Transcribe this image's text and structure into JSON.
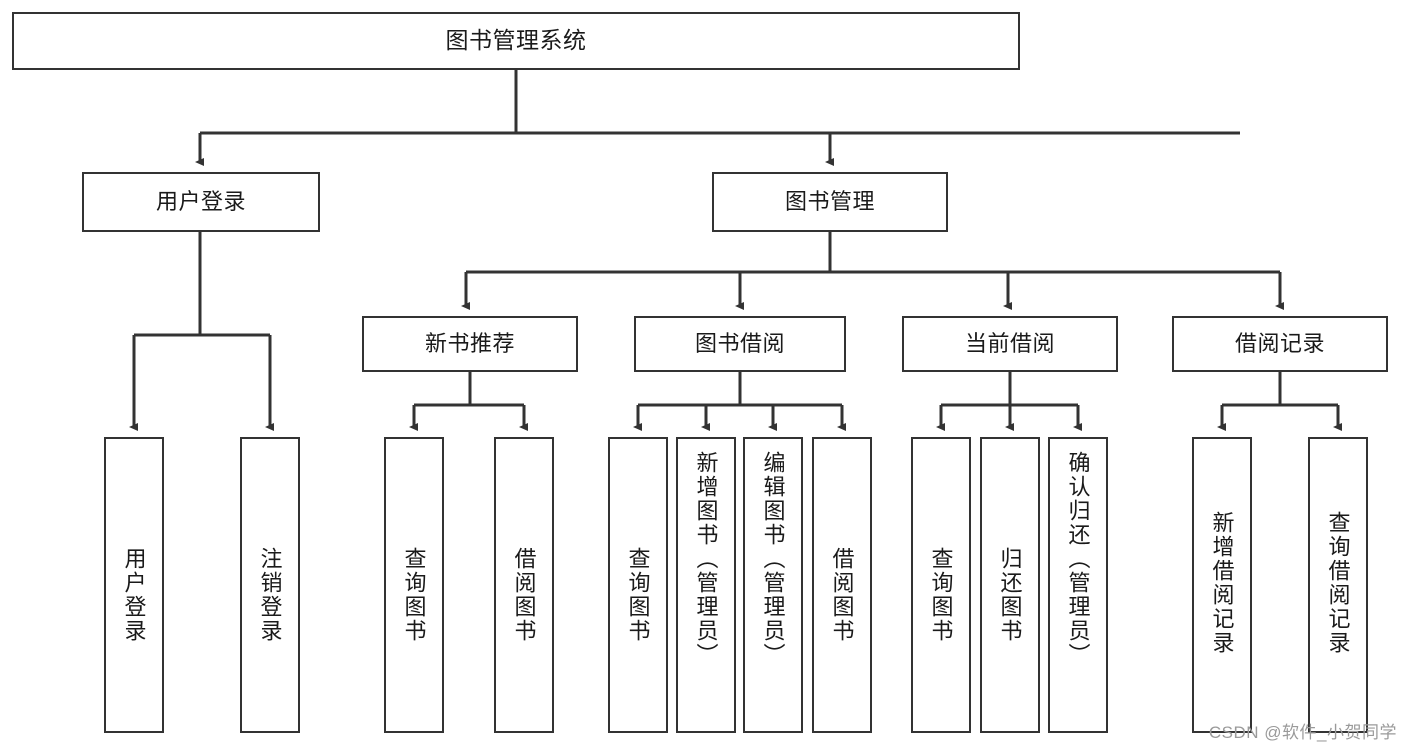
{
  "diagram": {
    "title": "图书管理系统",
    "type": "tree",
    "nodes": {
      "root": {
        "label": "图书管理系统"
      },
      "level2": [
        {
          "id": "user-login",
          "label": "用户登录"
        },
        {
          "id": "book-manage",
          "label": "图书管理"
        }
      ],
      "level3": [
        {
          "id": "new-book-recommend",
          "label": "新书推荐"
        },
        {
          "id": "book-borrow",
          "label": "图书借阅"
        },
        {
          "id": "current-borrow",
          "label": "当前借阅"
        },
        {
          "id": "borrow-record",
          "label": "借阅记录"
        }
      ],
      "leaves": {
        "user-login": [
          {
            "id": "leaf-user-login",
            "label": "用户登录"
          },
          {
            "id": "leaf-logout-login",
            "label": "注销登录"
          }
        ],
        "new-book-recommend": [
          {
            "id": "leaf-query-book-1",
            "label": "查询图书"
          },
          {
            "id": "leaf-borrow-book-1",
            "label": "借阅图书"
          }
        ],
        "book-borrow": [
          {
            "id": "leaf-query-book-2",
            "label": "查询图书"
          },
          {
            "id": "leaf-add-book",
            "label": "新增图书（管理员）"
          },
          {
            "id": "leaf-edit-book",
            "label": "编辑图书（管理员）"
          },
          {
            "id": "leaf-borrow-book-2",
            "label": "借阅图书"
          }
        ],
        "current-borrow": [
          {
            "id": "leaf-query-book-3",
            "label": "查询图书"
          },
          {
            "id": "leaf-return-book",
            "label": "归还图书"
          },
          {
            "id": "leaf-confirm-return",
            "label": "确认归还（管理员）"
          }
        ],
        "borrow-record": [
          {
            "id": "leaf-add-record",
            "label": "新增借阅记录"
          },
          {
            "id": "leaf-query-record",
            "label": "查询借阅记录"
          }
        ]
      }
    },
    "colors": {
      "stroke": "#333333",
      "fill": "#ffffff",
      "text": "#1a1a1a",
      "watermark": "#9a9a9a"
    }
  },
  "watermark": {
    "text": "CSDN @软件_小贺同学"
  }
}
